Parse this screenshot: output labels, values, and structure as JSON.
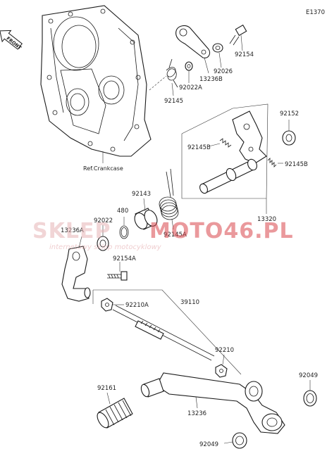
{
  "diagram_code": "E1370",
  "front_label": "FRONT",
  "reference_label": "Ref.Crankcase",
  "watermark": {
    "left": "SKLEP",
    "right": "MOTO46.PL",
    "tagline": "internetowy sklep motocyklowy",
    "left_color": "#e6b3b5",
    "right_color": "#d9464d"
  },
  "parts": {
    "p92154": "92154",
    "p92026": "92026",
    "p13236B": "13236B",
    "p92022A": "92022A",
    "p92145": "92145",
    "p92152": "92152",
    "p92145B_left": "92145B",
    "p92145B_right": "92145B",
    "p92143": "92143",
    "p480": "480",
    "p92145A": "92145A",
    "p13320": "13320",
    "p92022": "92022",
    "p13236A": "13236A",
    "p92154A": "92154A",
    "p92210A": "92210A",
    "p39110": "39110",
    "p92210": "92210",
    "p92049_top": "92049",
    "p92161": "92161",
    "p13236": "13236",
    "p92049_bottom": "92049"
  }
}
